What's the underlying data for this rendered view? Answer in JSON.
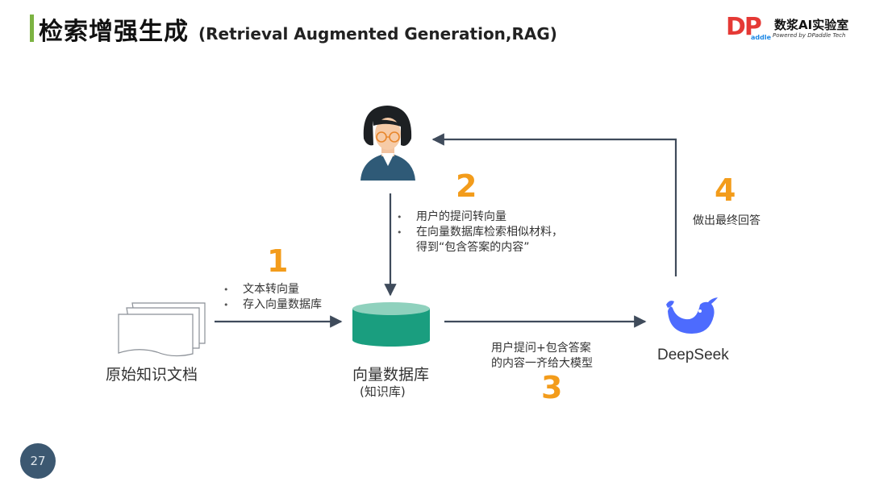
{
  "header": {
    "title": "检索增强生成",
    "subtitle": "(Retrieval Augmented Generation,RAG)"
  },
  "logo": {
    "letters": "DP",
    "sub_letters": "addle",
    "name": "数浆AI实验室",
    "tagline": "Powered by DPaddle Tech"
  },
  "nodes": {
    "documents": {
      "label": "原始知识文档",
      "icon": "document-stack-icon"
    },
    "vector_db": {
      "label": "向量数据库",
      "sublabel": "(知识库)",
      "icon": "database-cylinder-icon",
      "color": "#1a9e7f"
    },
    "user": {
      "icon": "user-avatar-icon"
    },
    "llm": {
      "label": "DeepSeek",
      "icon": "deepseek-whale-icon",
      "color": "#4d6bfe"
    }
  },
  "steps": [
    {
      "number": "1",
      "items": [
        "文本转向量",
        "存入向量数据库"
      ]
    },
    {
      "number": "2",
      "items": [
        "用户的提问转向量",
        "在向量数据库检索相似材料，",
        "得到“包含答案的内容”"
      ]
    },
    {
      "number": "3",
      "lines": [
        "用户提问+包含答案",
        "的内容一齐给大模型"
      ]
    },
    {
      "number": "4",
      "lines": [
        "做出最终回答"
      ]
    }
  ],
  "colors": {
    "accent": "#7cb342",
    "step_number": "#f39c1b",
    "arrow": "#3f4b5b"
  },
  "page_number": "27"
}
